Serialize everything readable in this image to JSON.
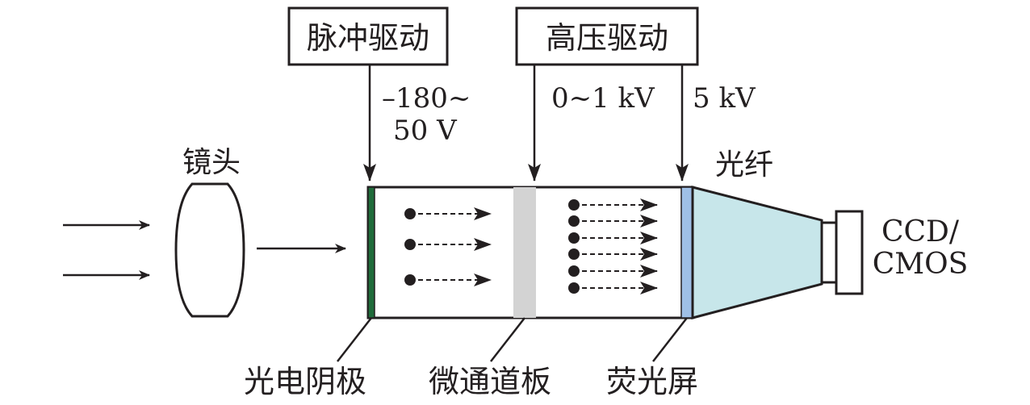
{
  "boxes": {
    "pulse_drive": "脉冲驱动",
    "hv_drive": "高压驱动"
  },
  "voltages": {
    "cathode_line1": "–180~",
    "cathode_line2": "50 V",
    "mcp": "0~1 kV",
    "screen": "5 kV"
  },
  "labels": {
    "lens": "镜头",
    "fiber": "光纤",
    "sensor_line1": "CCD/",
    "sensor_line2": "CMOS",
    "photocathode": "光电阴极",
    "mcp": "微通道板",
    "phosphor": "荧光屏"
  },
  "colors": {
    "photocathode": "#1f6b3a",
    "mcp": "#d3d3d3",
    "phosphor": "#9fbfe6",
    "fiber_taper": "#c7e6ea",
    "stroke": "#231f20"
  }
}
